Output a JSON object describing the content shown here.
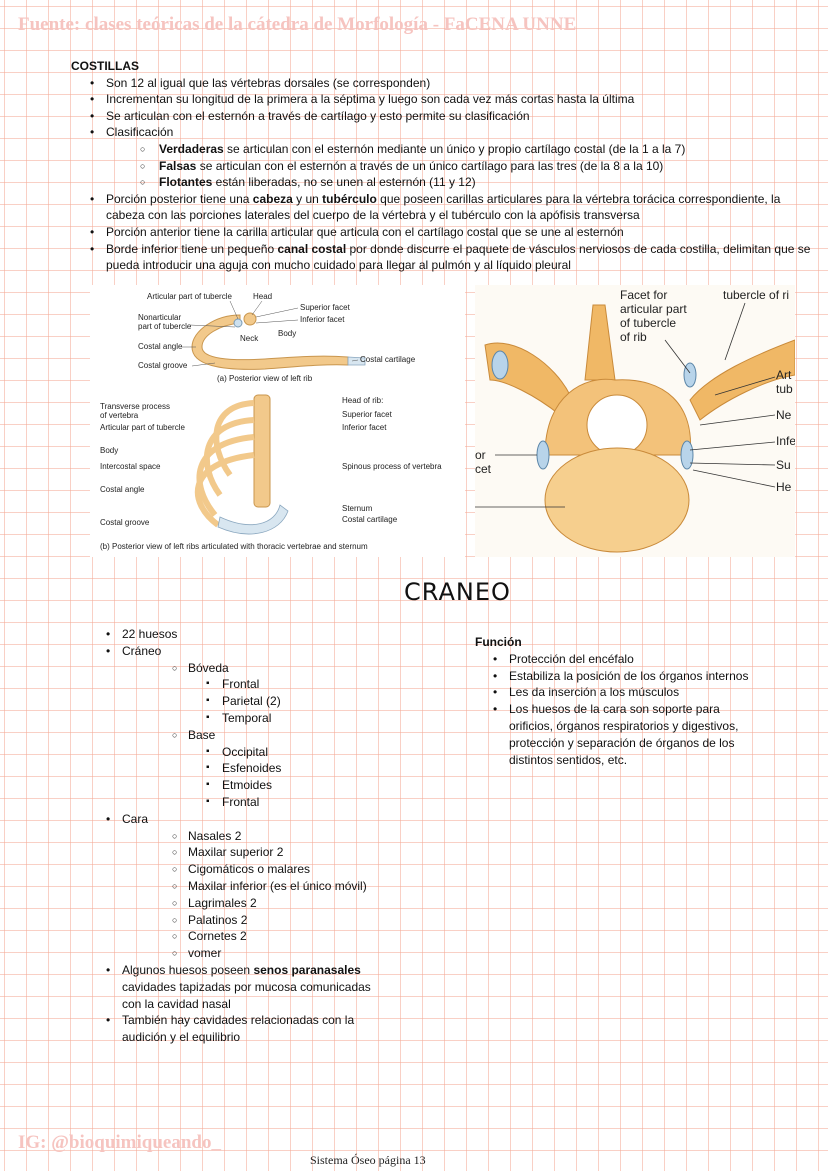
{
  "header": "Fuente: clases teóricas de la cátedra de Morfología - FaCENA UNNE",
  "costillas": {
    "title": "COSTILLAS",
    "b1": "Son 12 al igual que las vértebras dorsales (se corresponden)",
    "b2": "Incrementan su longitud de la primera a la séptima y luego son cada vez más cortas hasta la última",
    "b3": "Se articulan con el esternón a través de cartílago y esto permite su clasificación",
    "b4": "Clasificación",
    "verdaderas_bold": "Verdaderas",
    "verdaderas_text": " se articulan con el esternón mediante un único y propio cartílago costal (de la 1 a la 7)",
    "falsas_bold": "Falsas",
    "falsas_text": " se articulan con el esternón a través de un único cartílago para las tres (de la 8 a la 10)",
    "flotantes_bold": "Flotantes",
    "flotantes_text": " están liberadas, no se unen al esternón (11 y 12)",
    "b5_a": "Porción posterior tiene una ",
    "b5_cabeza": "cabeza",
    "b5_b": " y un ",
    "b5_tuberculo": "tubérculo",
    "b5_c": " que poseen carillas articulares para la vértebra torácica correspondiente, la cabeza con las porciones laterales del cuerpo de la vértebra y el tubérculo con la apófisis transversa",
    "b6": "Porción anterior tiene la carilla articular que articula con el cartílago costal que se une al esternón",
    "b7_a": "Borde inferior tiene un pequeño ",
    "b7_bold": "canal costal",
    "b7_b": " por donde discurre el paquete de vásculos nerviosos de cada costilla, delimitan que se pueda introducir una aguja con mucho cuidado para llegar al pulmón y al líquido pleural"
  },
  "fig_left": {
    "articular_part": "Articular part of tubercle",
    "head": "Head",
    "superior_facet": "Superior facet",
    "inferior_facet": "Inferior facet",
    "nonarticular_1": "Nonarticular",
    "nonarticular_2": "part of tubercle",
    "neck": "Neck",
    "body": "Body",
    "costal_angle": "Costal angle",
    "costal_groove": "Costal groove",
    "costal_cartilage": "Costal cartilage",
    "caption_a": "(a) Posterior view of left rib",
    "transverse_1": "Transverse process",
    "transverse_2": "of vertebra",
    "articular_part_b": "Articular part of tubercle",
    "head_of_rib": "Head of rib:",
    "superior_facet_b": "Superior facet",
    "inferior_facet_b": "Inferior facet",
    "body_b": "Body",
    "intercostal": "Intercostal space",
    "spinous": "Spinous process of vertebra",
    "costal_angle_b": "Costal angle",
    "sternum": "Sternum",
    "costal_groove_b": "Costal groove",
    "costal_cartilage_b": "Costal cartilage",
    "caption_b": "(b) Posterior view of left ribs articulated with thoracic vertebrae and sternum"
  },
  "fig_right": {
    "facet_1": "Facet for",
    "facet_2": "articular part",
    "facet_3": "of tubercle",
    "facet_4": "of rib",
    "tubercle": "tubercle of ri",
    "art": "Art",
    "tub": "tub",
    "ne": "Ne",
    "inf": "Infe",
    "sup": "Su",
    "hea": "He",
    "or": "or",
    "cet": "cet"
  },
  "craneo": {
    "title": "CRANEO",
    "huesos": "22 huesos",
    "craneo": "Cráneo",
    "boveda": "Bóveda",
    "frontal": "Frontal",
    "parietal": "Parietal (2)",
    "temporal": "Temporal",
    "base": "Base",
    "occipital": "Occipital",
    "esfenoides": "Esfenoides",
    "etmoides": "Etmoides",
    "frontal2": "Frontal",
    "cara": "Cara",
    "nasales": "Nasales 2",
    "maxilar_sup": "Maxilar superior 2",
    "cigomaticos": "Cigomáticos o malares",
    "maxilar_inf": "Maxilar inferior (es el único móvil)",
    "lagrimales": "Lagrimales 2",
    "palatinos": "Palatinos 2",
    "cornetes": "Cornetes 2",
    "vomer": "vomer",
    "senos_a": "Algunos huesos poseen ",
    "senos_bold": "senos paranasales",
    "senos_b": " cavidades tapizadas por mucosa comunicadas con la cavidad nasal",
    "cavidades": "También hay cavidades relacionadas con la audición y el equilibrio"
  },
  "funcion": {
    "title": "Función",
    "f1": "Protección del encéfalo",
    "f2": "Estabiliza la posición de los órganos internos",
    "f3": "Les da inserción a los músculos",
    "f4": "Los huesos de la cara son soporte para orificios, órganos respiratorios y digestivos, protección y separación de órganos de los distintos sentidos, etc."
  },
  "footer": {
    "ig": "IG: @bioquimiqueando_",
    "page": "Sistema Óseo página 13"
  }
}
